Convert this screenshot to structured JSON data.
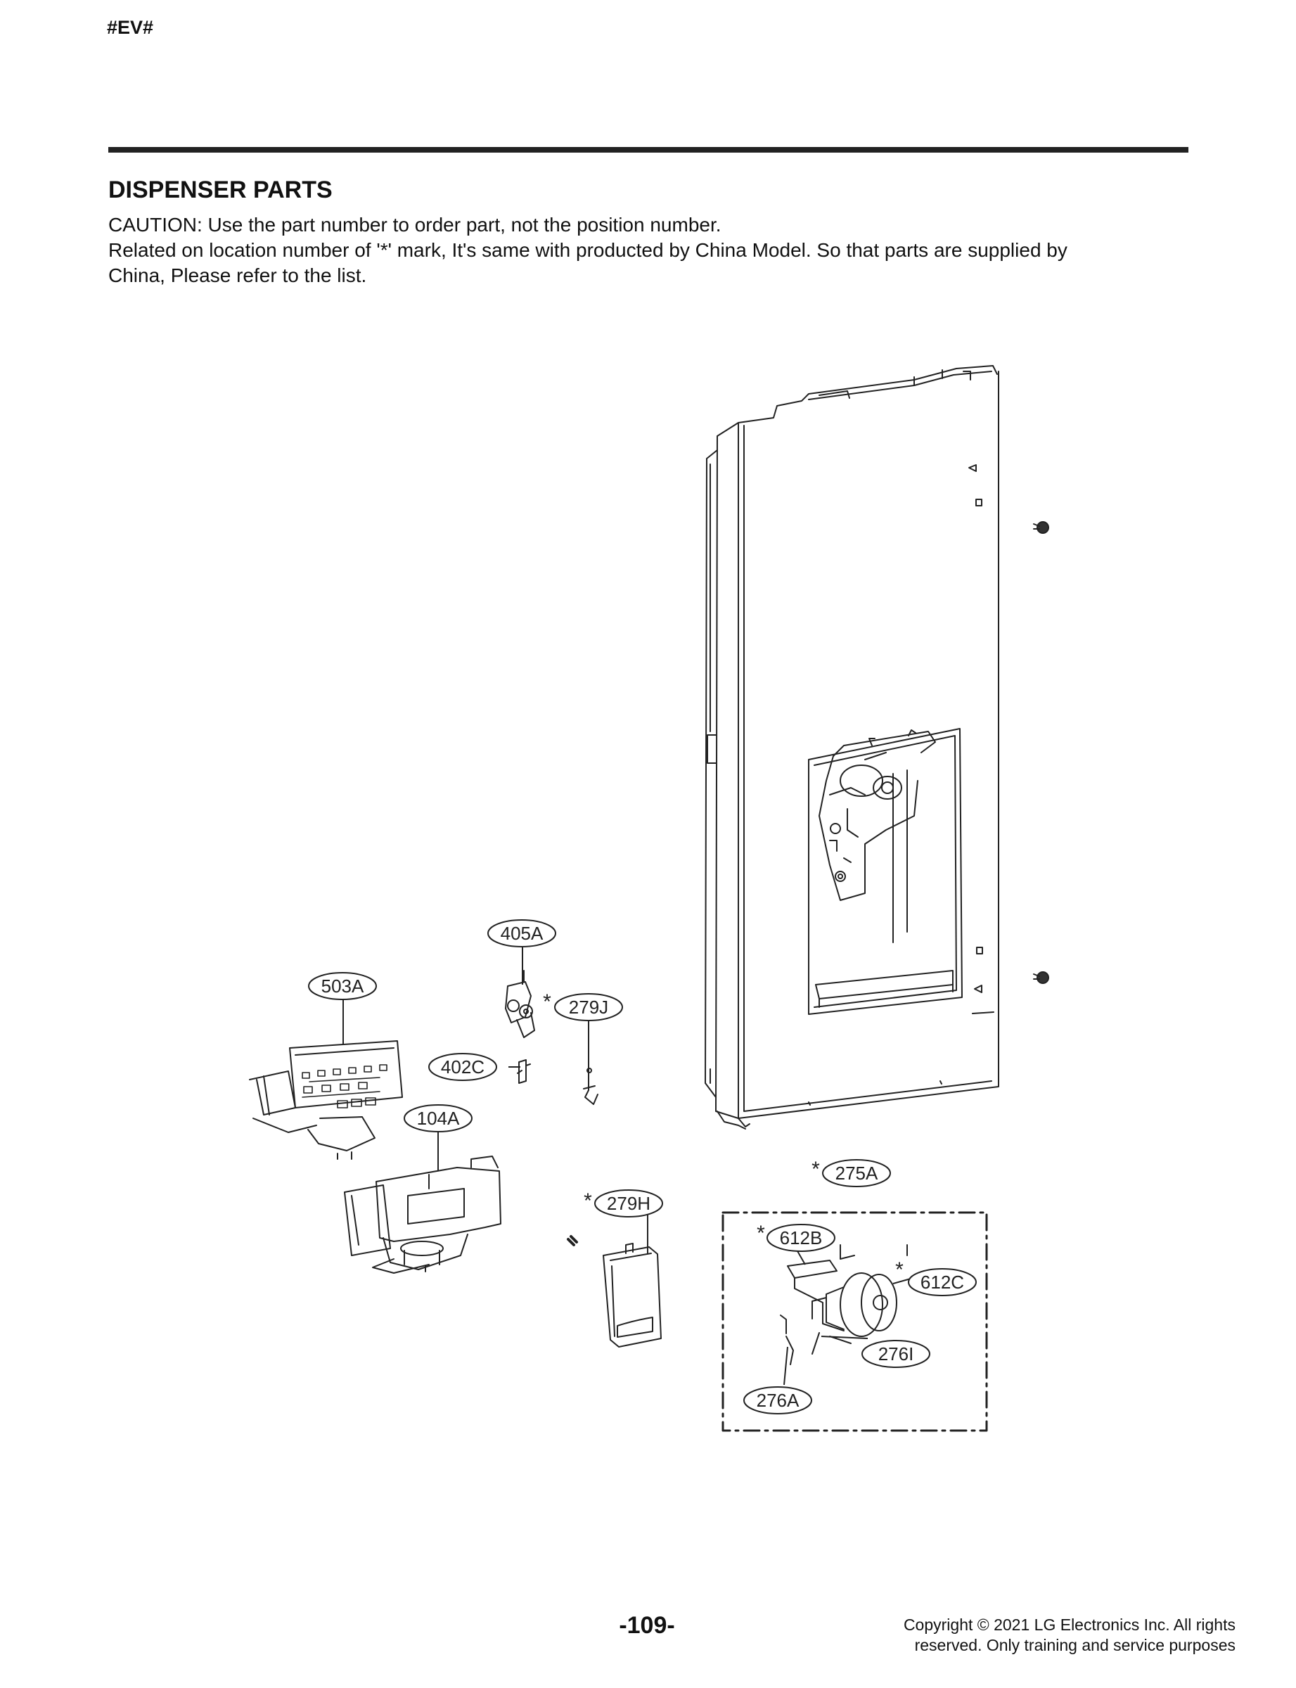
{
  "header": {
    "code": "#EV#"
  },
  "section": {
    "title": "DISPENSER PARTS",
    "caution_lines": [
      "CAUTION: Use the part number to order part, not the position number.",
      "Related on location number of '*' mark, It's same with producted by China Model. So that parts are supplied by",
      "China, Please refer to the list."
    ]
  },
  "callouts": [
    {
      "id": "405A",
      "label": "405A",
      "starred": false
    },
    {
      "id": "503A",
      "label": "503A",
      "starred": false
    },
    {
      "id": "279J",
      "label": "279J",
      "starred": true
    },
    {
      "id": "402C",
      "label": "402C",
      "starred": false
    },
    {
      "id": "104A",
      "label": "104A",
      "starred": false
    },
    {
      "id": "275A",
      "label": "275A",
      "starred": true
    },
    {
      "id": "279H",
      "label": "279H",
      "starred": true
    },
    {
      "id": "612B",
      "label": "612B",
      "starred": true
    },
    {
      "id": "612C",
      "label": "612C",
      "starred": true
    },
    {
      "id": "276I",
      "label": "276I",
      "starred": false
    },
    {
      "id": "276A",
      "label": "276A",
      "starred": false
    }
  ],
  "footer": {
    "page_number": "-109-",
    "copyright_line1": "Copyright © 2021 LG Electronics Inc. All rights",
    "copyright_line2": "reserved. Only training and service purposes"
  }
}
